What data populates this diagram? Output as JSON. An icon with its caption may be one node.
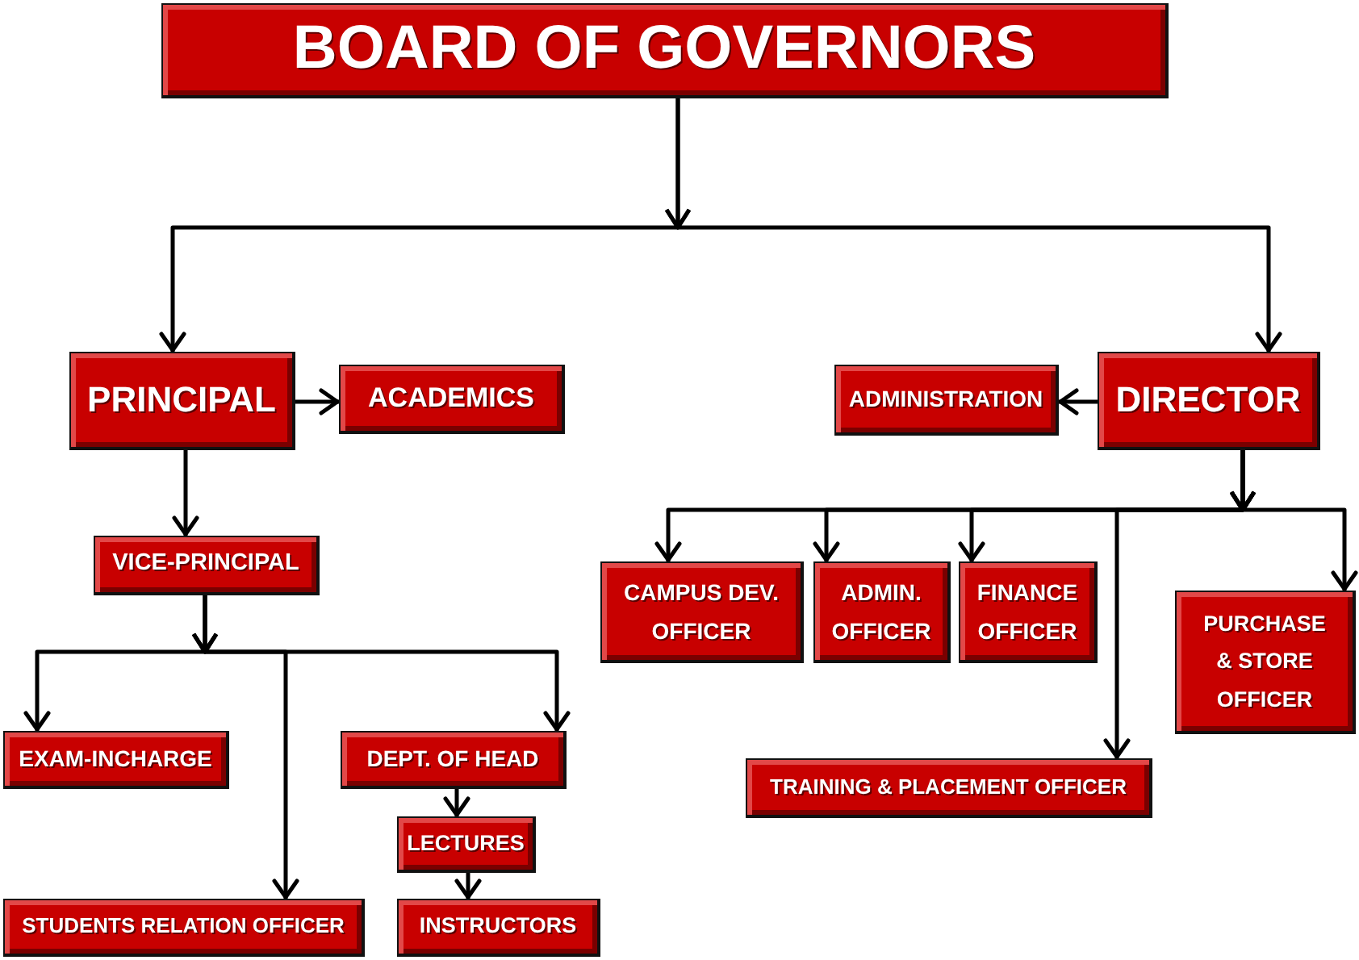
{
  "diagram": {
    "nodes": [
      {
        "text": [
          "BOARD OF GOVERNORS"
        ]
      },
      {
        "text": [
          "PRINCIPAL"
        ]
      },
      {
        "text": [
          "ACADEMICS"
        ]
      },
      {
        "text": [
          "ADMINISTRATION"
        ]
      },
      {
        "text": [
          "DIRECTOR"
        ]
      },
      {
        "text": [
          "VICE-PRINCIPAL"
        ]
      },
      {
        "text": [
          "CAMPUS DEV. OFFICER"
        ]
      },
      {
        "text": [
          "ADMIN. OFFICER"
        ]
      },
      {
        "text": [
          "FINANCE OFFICER"
        ]
      },
      {
        "text": [
          "PURCHASE & STORE OFFICER"
        ]
      },
      {
        "text": [
          "EXAM-INCHARGE"
        ]
      },
      {
        "text": [
          "DEPT. OF HEAD"
        ]
      },
      {
        "text": [
          "TRAINING & PLACEMENT OFFICER"
        ]
      },
      {
        "text": [
          "LECTURES"
        ]
      },
      {
        "text": [
          "STUDENTS RELATION OFFICER"
        ]
      },
      {
        "text": [
          "INSTRUCTORS"
        ]
      }
    ],
    "edges": [
      {
        "from": 0,
        "to": 1,
        "arrow": "to"
      },
      {
        "from": 0,
        "to": 4,
        "arrow": "to"
      },
      {
        "from": 1,
        "to": 2,
        "arrow": "to"
      },
      {
        "from": 4,
        "to": 3,
        "arrow": "to"
      },
      {
        "from": 1,
        "to": 5,
        "arrow": "to"
      },
      {
        "from": 5,
        "to": 10,
        "arrow": "to"
      },
      {
        "from": 5,
        "to": 14,
        "arrow": "to"
      },
      {
        "from": 5,
        "to": 11,
        "arrow": "to"
      },
      {
        "from": 4,
        "to": 6,
        "arrow": "to"
      },
      {
        "from": 4,
        "to": 7,
        "arrow": "to"
      },
      {
        "from": 4,
        "to": 8,
        "arrow": "to"
      },
      {
        "from": 4,
        "to": 12,
        "arrow": "to"
      },
      {
        "from": 4,
        "to": 9,
        "arrow": "to"
      },
      {
        "from": 11,
        "to": 13,
        "arrow": "to"
      },
      {
        "from": 13,
        "to": 15,
        "arrow": "to"
      }
    ]
  }
}
